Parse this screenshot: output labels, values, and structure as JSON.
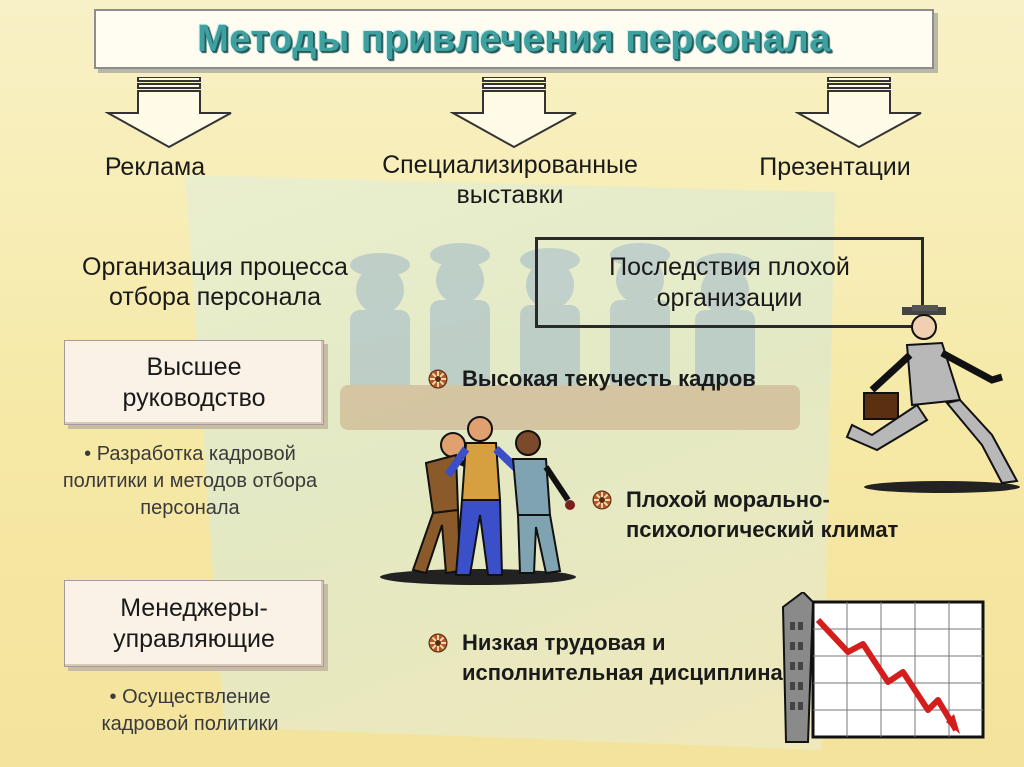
{
  "title": "Методы привлечения персонала",
  "methods": [
    {
      "label": "Реклама"
    },
    {
      "label_line1": "Специализированные",
      "label_line2": "выставки"
    },
    {
      "label": "Презентации"
    }
  ],
  "organization": {
    "line1": "Организация процесса",
    "line2": "отбора персонала"
  },
  "consequences": {
    "heading_line1": "Последствия плохой",
    "heading_line2": "организации",
    "items": [
      {
        "line1": "Высокая текучесть кадров"
      },
      {
        "line1": "Плохой морально-",
        "line2": "психологический климат"
      },
      {
        "line1": "Низкая трудовая и",
        "line2": "исполнительная дисциплина"
      }
    ]
  },
  "roles": [
    {
      "box_line1": "Высшее",
      "box_line2": "руководство",
      "bullet_line1": "• Разработка кадровой",
      "bullet_line2": "политики и методов отбора",
      "bullet_line3": "персонала"
    },
    {
      "box_line1": "Менеджеры-",
      "box_line2": "управляющие",
      "bullet_line1": "• Осуществление",
      "bullet_line2": "кадровой политики"
    }
  ],
  "colors": {
    "title_text": "#3fa0a0",
    "arrow_fill": "#fffbe6",
    "bullet_icon": "#b0582a",
    "chart_line": "#d41e1e"
  },
  "icons": [
    "down-arrow-icon",
    "gear-bullet-icon",
    "running-man-clipart",
    "arguing-people-clipart",
    "declining-chart-clipart",
    "crowd-background-clipart"
  ]
}
